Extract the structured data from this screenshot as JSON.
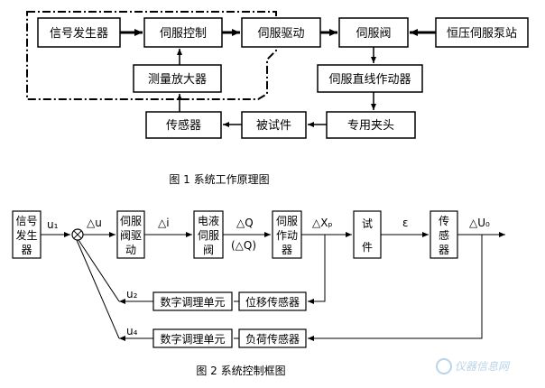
{
  "figure1": {
    "caption": "图 1 系统工作原理图",
    "blocks": {
      "signal_generator": "信号发生器",
      "servo_control": "伺服控制",
      "servo_drive": "伺服驱动",
      "servo_valve": "伺服阀",
      "pump_station": "恒压伺服泵站",
      "measurement_amplifier": "测量放大器",
      "linear_actuator": "伺服直线作动器",
      "sensor": "传感器",
      "specimen": "被试件",
      "fixture": "专用夹头"
    }
  },
  "figure2": {
    "caption": "图 2 系统控制框图",
    "blocks": {
      "signal_generator": [
        "信号",
        "发生",
        "器"
      ],
      "valve_drive": [
        "伺服",
        "阀驱",
        "动"
      ],
      "ehsv": [
        "电液",
        "伺服",
        "阀"
      ],
      "actuator": [
        "伺服",
        "作动",
        "器"
      ],
      "specimen": [
        "试",
        "件"
      ],
      "sensor": [
        "传",
        "感",
        "器"
      ],
      "conditioner_1": "数字调理单元",
      "displacement_sensor": "位移传感器",
      "conditioner_2": "数字调理单元",
      "load_sensor": "负荷传感器"
    },
    "signals": {
      "u1": "u₁",
      "du": "△u",
      "di": "△i",
      "dq": "△Q",
      "dq_paren": "(△Q)",
      "dxp": "△Xₚ",
      "eps": "ε",
      "du0": "△U₀",
      "u2": "u₂",
      "u4": "u₄"
    }
  },
  "watermark": "仪器信息网"
}
